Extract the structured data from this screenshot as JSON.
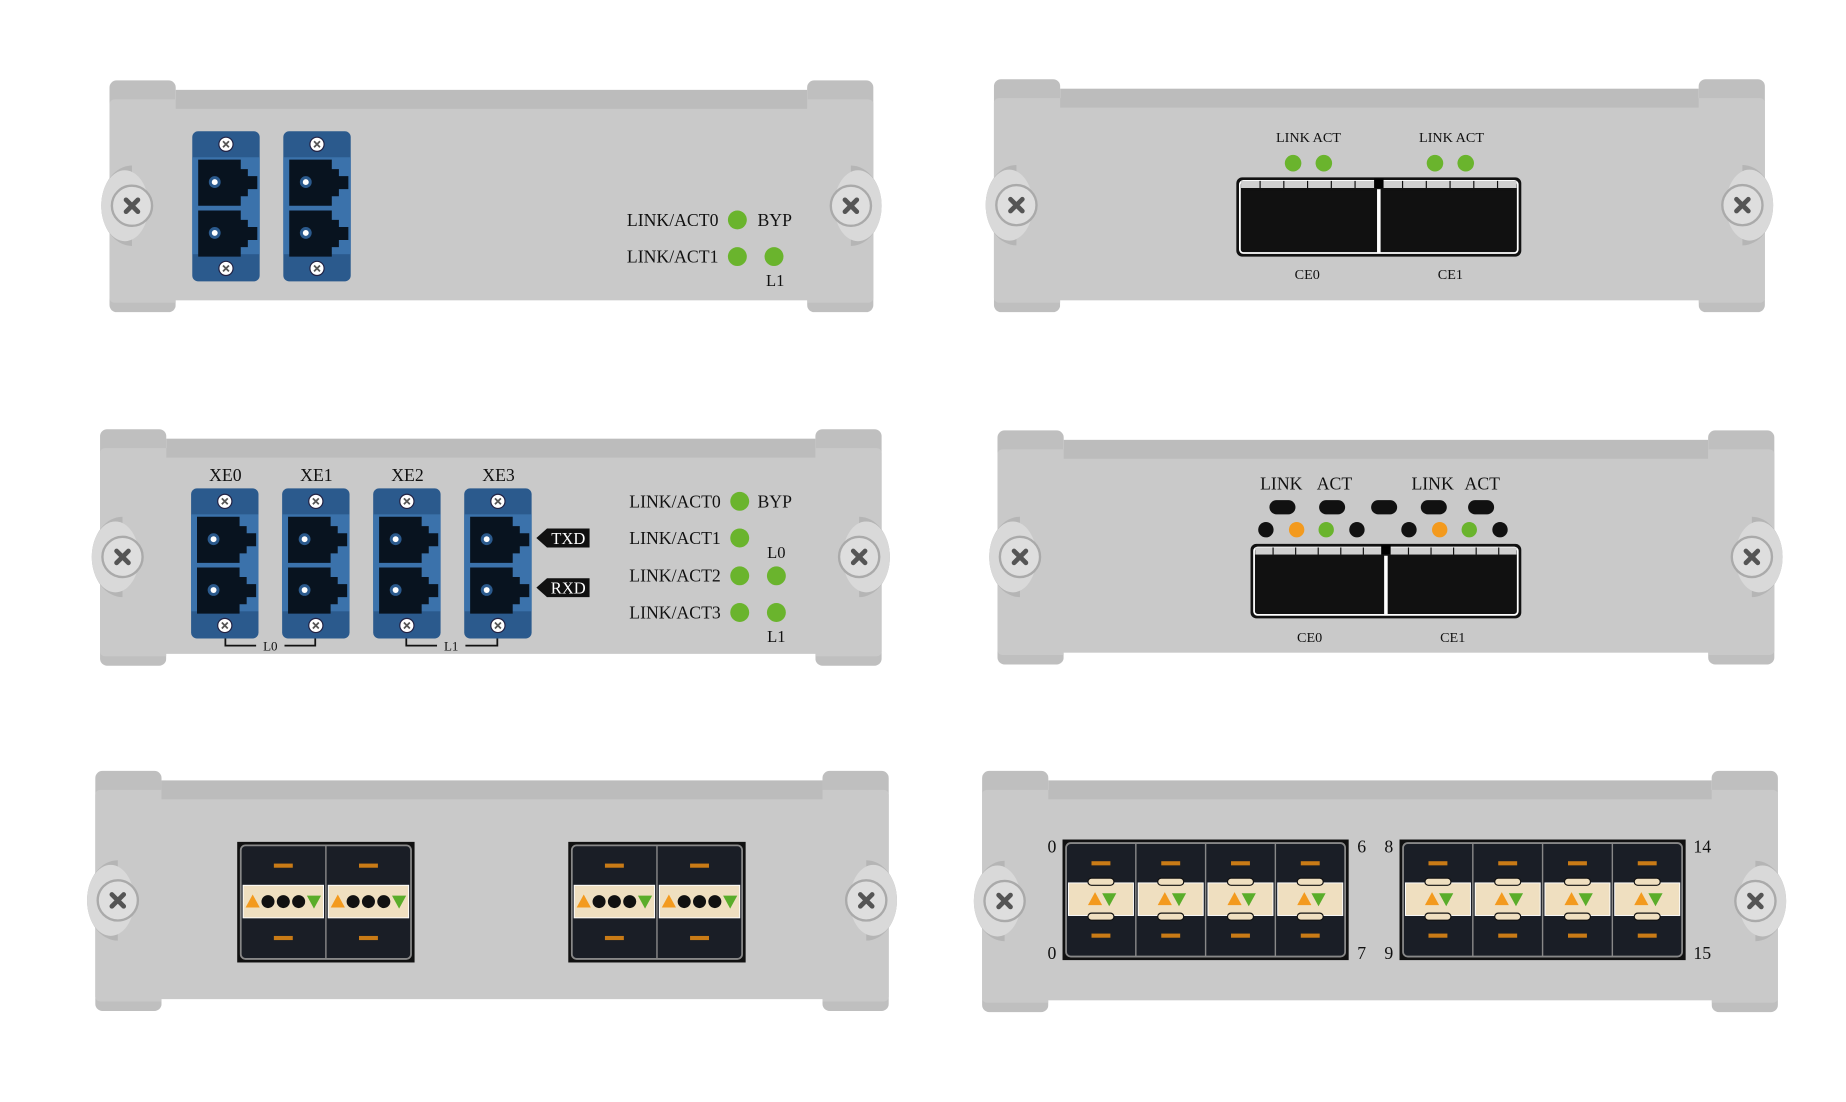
{
  "colors": {
    "panel": "#c9c9c9",
    "panel_strip": "#bcbcbc",
    "module_dark": "#2b5a8d",
    "module_light": "#3b72ab",
    "port": "#08131f",
    "led_green": "#6ab42d",
    "led_orange": "#f39a1e",
    "led_off": "#111111",
    "cage": "#111111",
    "sfp_dark": "#1a1e26",
    "sfp_band": "#efdfc0"
  },
  "panels": {
    "p1": {
      "leds": [
        {
          "label": "LINK/ACT0",
          "extra": "BYP"
        },
        {
          "label": "LINK/ACT1",
          "extra": ""
        }
      ],
      "l1_label": "L1"
    },
    "p2": {
      "group_labels": [
        "LINK ACT",
        "LINK ACT"
      ],
      "port_labels": [
        "CE0",
        "CE1"
      ]
    },
    "p3": {
      "module_labels": [
        "XE0",
        "XE1",
        "XE2",
        "XE3"
      ],
      "txd_label": "TXD",
      "rxd_label": "RXD",
      "bracket_labels": [
        "L0",
        "L1"
      ],
      "led_labels": [
        "LINK/ACT0",
        "LINK/ACT1",
        "LINK/ACT2",
        "LINK/ACT3"
      ],
      "byp_label": "BYP",
      "l0_label": "L0",
      "l1_label": "L1"
    },
    "p4": {
      "indicator_labels": [
        "LINK",
        "ACT",
        "LINK",
        "ACT"
      ],
      "port_labels": [
        "CE0",
        "CE1"
      ],
      "dot_states": [
        "off",
        "orange",
        "green",
        "off",
        "off",
        "orange",
        "green",
        "off"
      ]
    },
    "p6": {
      "port_numbers": [
        "0",
        "0",
        "6",
        "7",
        "8",
        "9",
        "14",
        "15"
      ]
    }
  }
}
